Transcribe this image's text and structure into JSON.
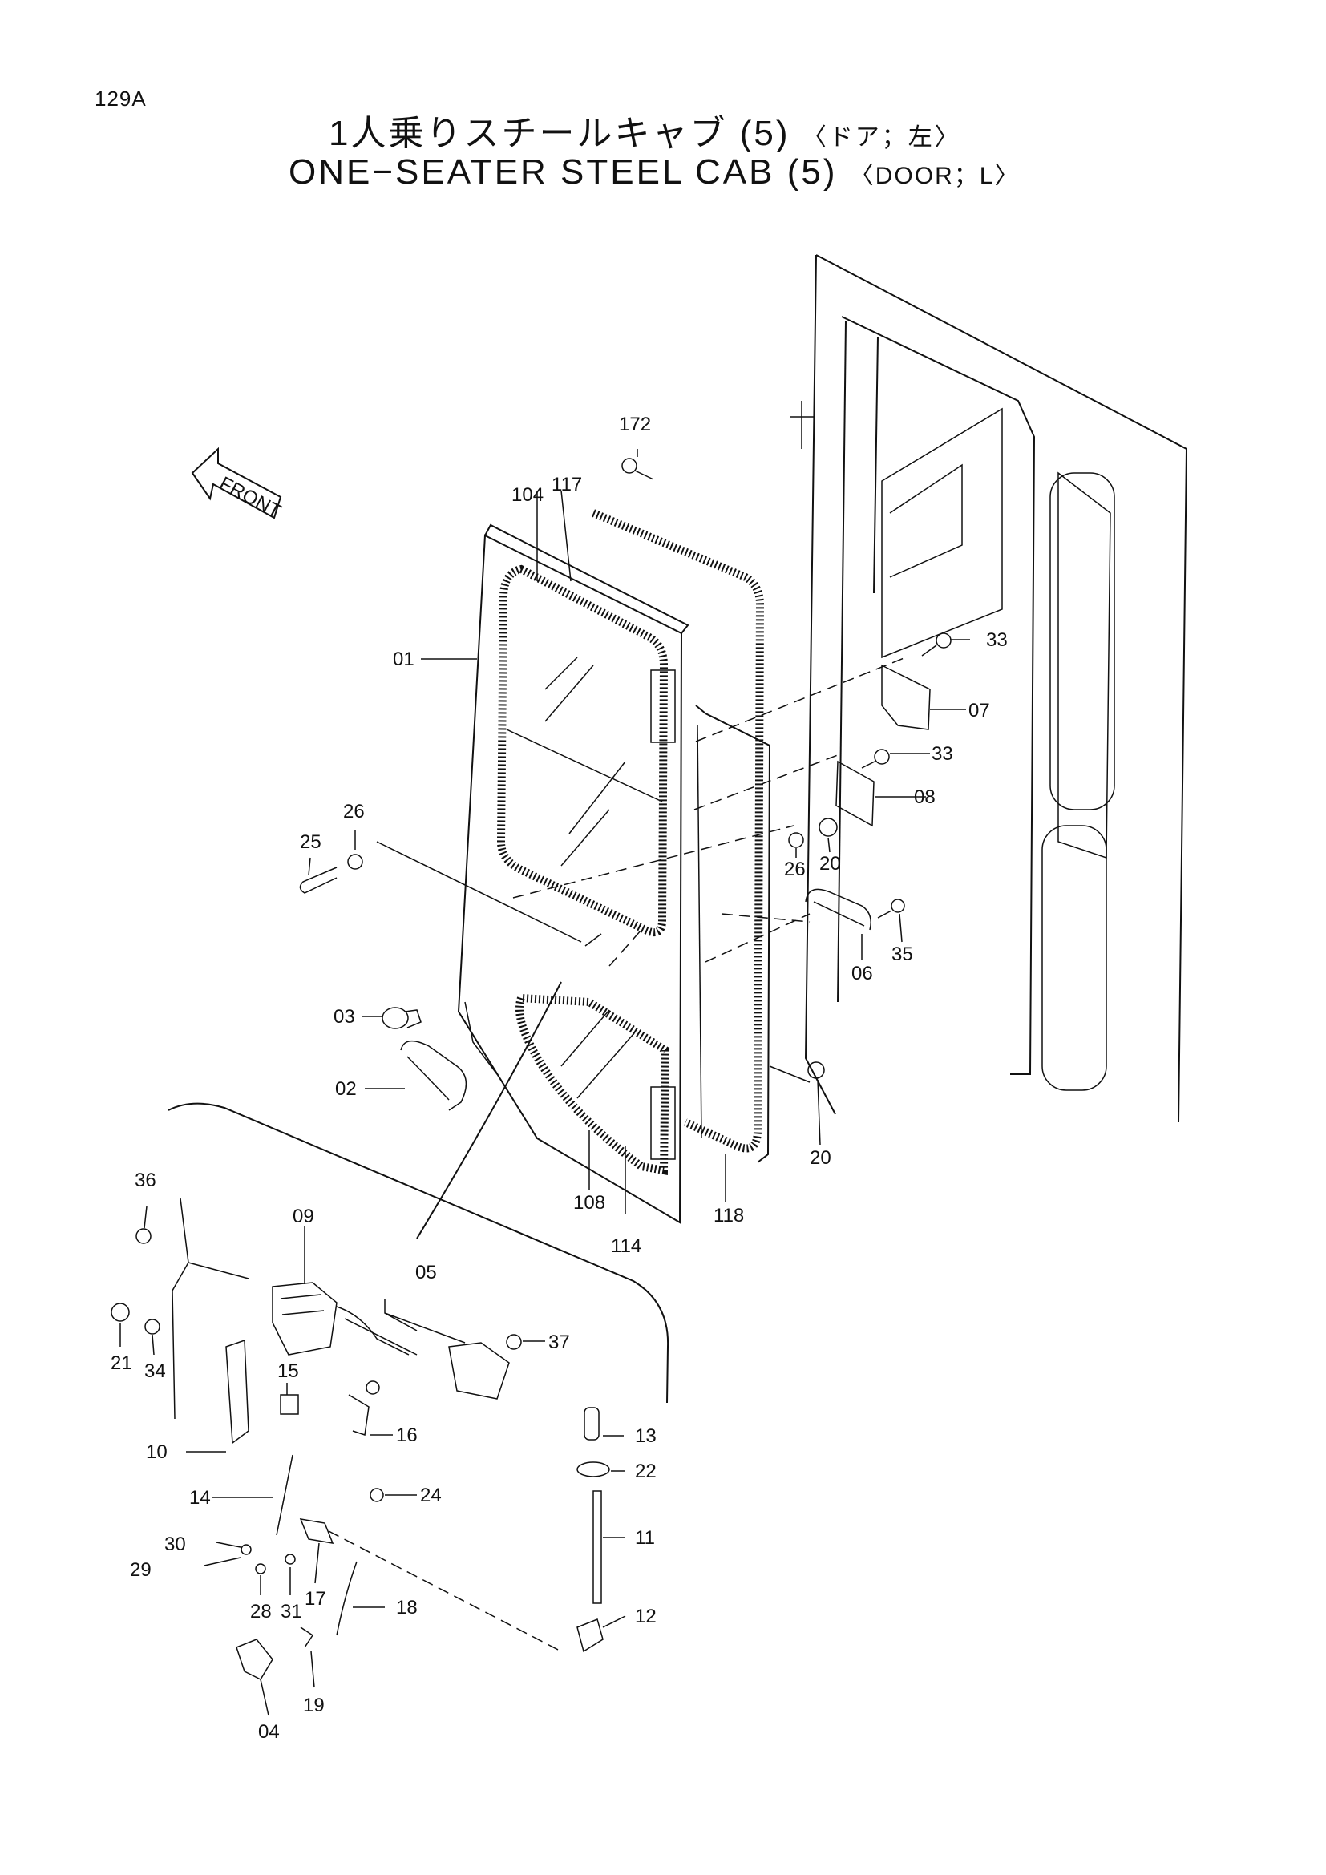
{
  "page_number": "129A",
  "title_jp": "1人乗りスチールキャブ (5)",
  "title_jp_sub": "〈ドア；左〉",
  "title_en": "ONE−SEATER STEEL CAB (5)",
  "title_en_sub": "〈DOOR；L〉",
  "front_label": "FRONT",
  "callouts": {
    "c172": "172",
    "c104": "104",
    "c117": "117",
    "c01": "01",
    "c33a": "33",
    "c07": "07",
    "c33b": "33",
    "c08": "08",
    "c26a": "26",
    "c25": "25",
    "c26b": "26",
    "c20a": "20",
    "c06": "06",
    "c35": "35",
    "c03": "03",
    "c02": "02",
    "c20b": "20",
    "c108": "108",
    "c114": "114",
    "c118": "118",
    "c36": "36",
    "c09": "09",
    "c05": "05",
    "c21": "21",
    "c34": "34",
    "c37": "37",
    "c15": "15",
    "c16": "16",
    "c10": "10",
    "c13": "13",
    "c22": "22",
    "c14": "14",
    "c24": "24",
    "c11": "11",
    "c30": "30",
    "c29": "29",
    "c28": "28",
    "c31": "31",
    "c17": "17",
    "c18": "18",
    "c12": "12",
    "c19": "19",
    "c04": "04"
  }
}
